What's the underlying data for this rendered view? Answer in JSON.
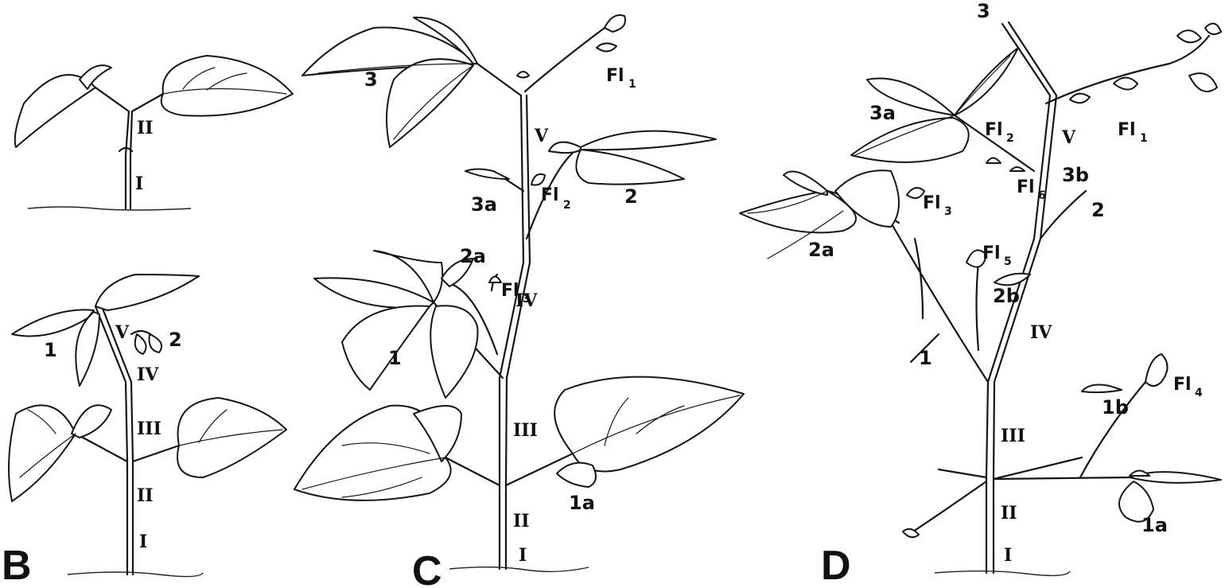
{
  "panels": {
    "A": {
      "letter": "",
      "internodes": [
        "II",
        "I"
      ]
    },
    "B": {
      "letter": "B",
      "internodes": [
        "V",
        "IV",
        "III",
        "II",
        "I"
      ],
      "leaves": [
        "1",
        "2"
      ]
    },
    "C": {
      "letter": "C",
      "internodes": [
        "V",
        "IV",
        "III",
        "II",
        "I"
      ],
      "leaves": [
        "3",
        "2",
        "3a",
        "2a",
        "1",
        "1a"
      ],
      "flowers": [
        "Fl",
        "Fl",
        "Fl"
      ],
      "flower_subscripts": [
        "1",
        "2",
        "3"
      ]
    },
    "D": {
      "letter": "D",
      "internodes": [
        "V",
        "IV",
        "III",
        "II",
        "I"
      ],
      "leaves": [
        "3",
        "3a",
        "2a",
        "2",
        "3b",
        "2b",
        "1",
        "1b",
        "1a"
      ],
      "flowers": [
        "Fl",
        "Fl",
        "Fl",
        "Fl",
        "Fl",
        "Fl"
      ],
      "flower_subscripts": [
        "1",
        "2",
        "3",
        "4",
        "5",
        "6"
      ]
    }
  }
}
